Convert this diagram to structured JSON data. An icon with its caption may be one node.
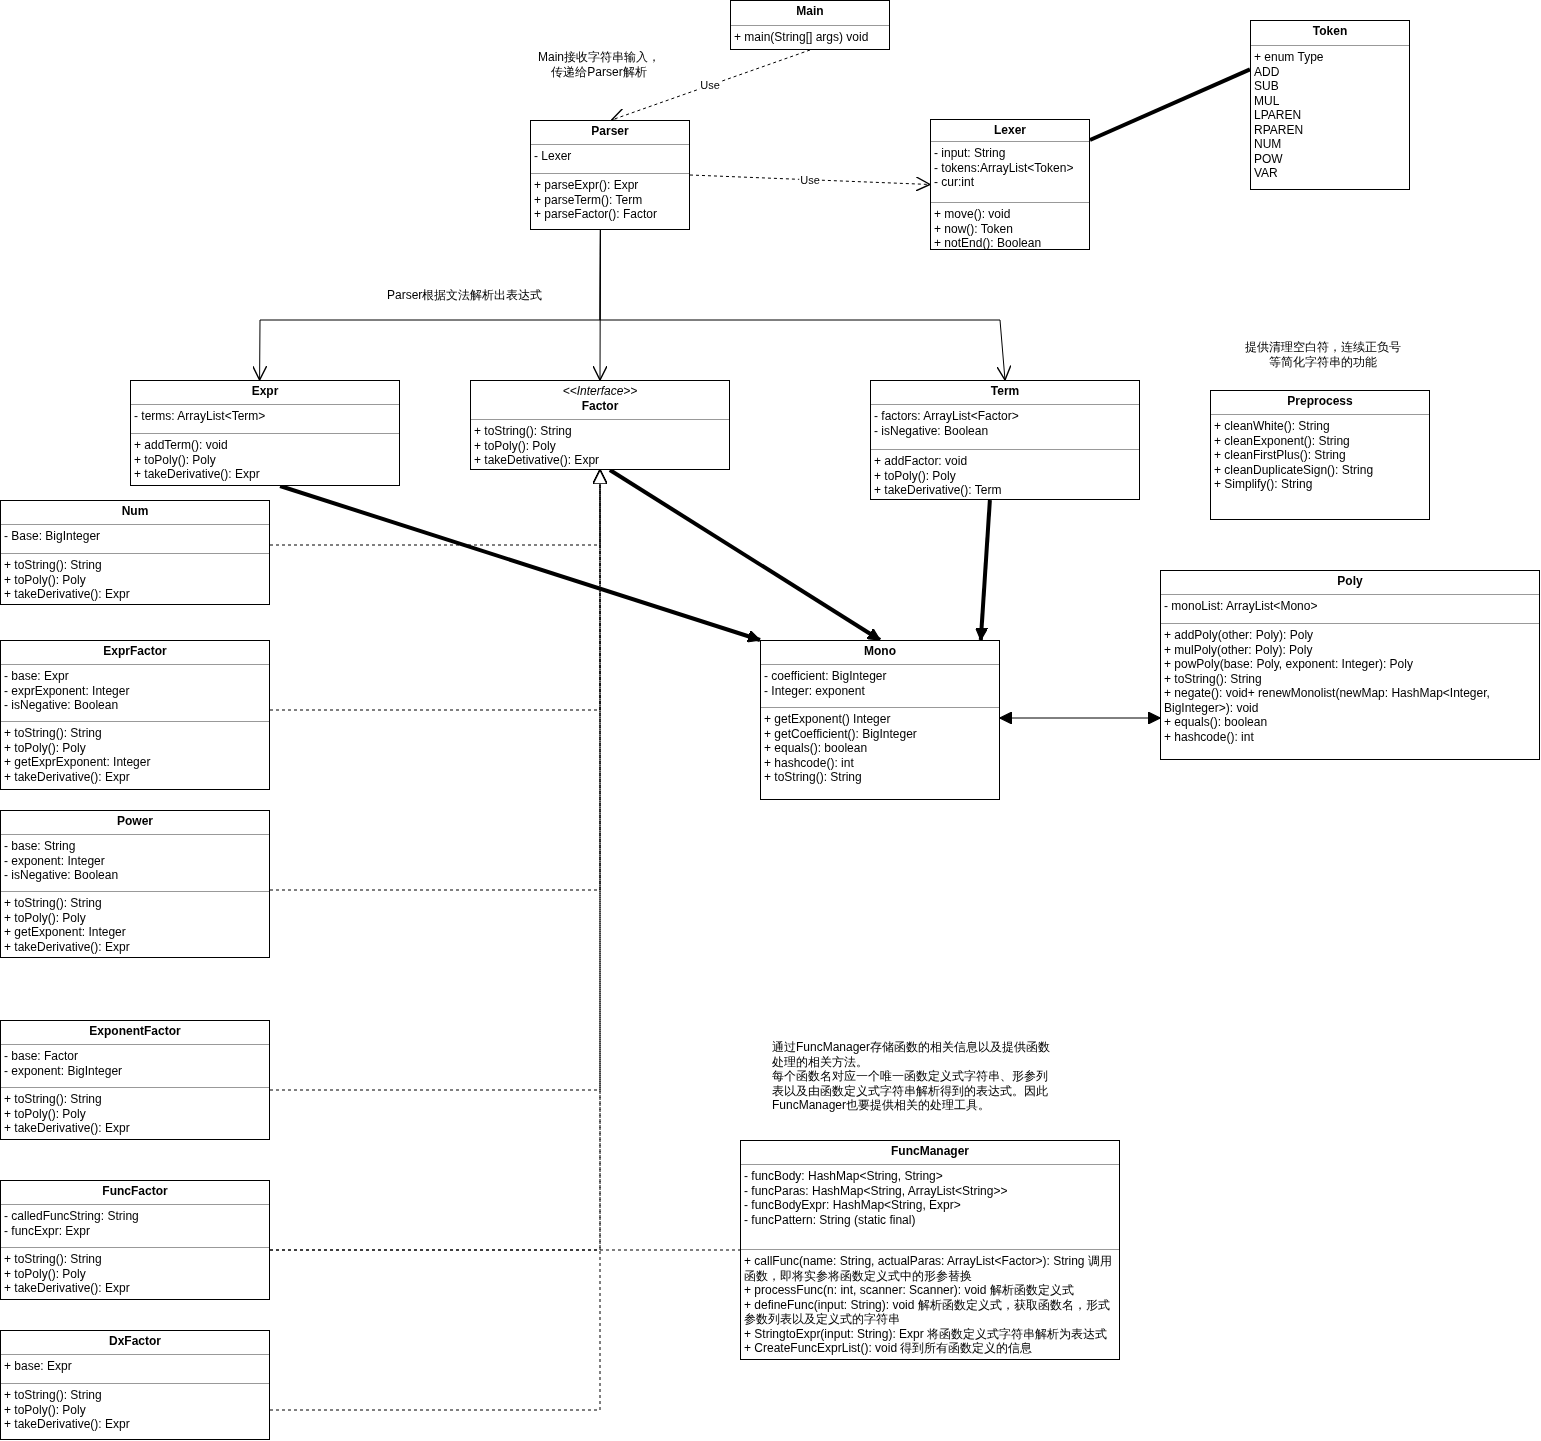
{
  "diagram": {
    "nodes": [
      {
        "text": [
          "Main",
          "+ main(String[] args) void"
        ]
      },
      {
        "text": [
          "Token",
          "+ enum Type",
          "ADD",
          "SUB",
          "MUL",
          "LPAREN",
          "RPAREN",
          "NUM",
          "POW",
          "VAR"
        ]
      },
      {
        "text": [
          "Parser",
          "- Lexer",
          "+ parseExpr(): Expr",
          "+ parseTerm(): Term",
          "+ parseFactor(): Factor"
        ]
      },
      {
        "text": [
          "Lexer",
          "- input: String",
          "- tokens:ArrayList<Token>",
          "- cur:int",
          "+ move(): void",
          "+ now(): Token",
          "+ notEnd(): Boolean"
        ]
      },
      {
        "text": [
          "Expr",
          "- terms: ArrayList<Term>",
          "+ addTerm(): void",
          "+ toPoly(): Poly",
          "+ takeDerivative(): Expr"
        ]
      },
      {
        "text": [
          "<<Interface>>",
          "Factor",
          "+ toString(): String",
          "+ toPoly(): Poly",
          "+ takeDetivative(): Expr"
        ]
      },
      {
        "text": [
          "Term",
          "- factors: ArrayList<Factor>",
          "- isNegative: Boolean",
          "+ addFactor: void",
          "+ toPoly(): Poly",
          "+ takeDerivative(): Term"
        ]
      },
      {
        "text": [
          "Preprocess",
          "+ cleanWhite(): String",
          "+ cleanExponent(): String",
          "+ cleanFirstPlus(): String",
          "+ cleanDuplicateSign(): String",
          "+ Simplify(): String"
        ]
      },
      {
        "text": [
          "Num",
          "- Base: BigInteger",
          "+ toString(): String",
          "+ toPoly(): Poly",
          "+ takeDerivative(): Expr"
        ]
      },
      {
        "text": [
          "Mono",
          "- coefficient: BigInteger",
          "- Integer: exponent",
          "+ getExponent() Integer",
          "+ getCoefficient(): BigInteger",
          "+ equals(): boolean",
          "+ hashcode(): int",
          "+ toString(): String"
        ]
      },
      {
        "text": [
          "Poly",
          "- monoList: ArrayList<Mono>",
          "+ addPoly(other: Poly): Poly",
          "+ mulPoly(other: Poly): Poly",
          "+ powPoly(base: Poly, exponent: Integer): Poly",
          "+ toString(): String",
          "+ negate(): void+ renewMonolist(newMap: HashMap<Integer, BigInteger>): void",
          "+ equals(): boolean",
          "+ hashcode(): int"
        ]
      },
      {
        "text": [
          "ExprFactor",
          "- base: Expr",
          "- exprExponent: Integer",
          "- isNegative: Boolean",
          "+ toString(): String",
          "+ toPoly(): Poly",
          "+ getExprExponent: Integer",
          "+ takeDerivative(): Expr"
        ]
      },
      {
        "text": [
          "Power",
          "- base: String",
          "- exponent: Integer",
          "- isNegative: Boolean",
          "+ toString(): String",
          "+ toPoly(): Poly",
          "+ getExponent: Integer",
          "+ takeDerivative(): Expr"
        ]
      },
      {
        "text": [
          "ExponentFactor",
          "- base: Factor",
          "- exponent: BigInteger",
          "+ toString(): String",
          "+ toPoly(): Poly",
          "+ takeDerivative(): Expr"
        ]
      },
      {
        "text": [
          "FuncFactor",
          "- calledFuncString: String",
          "- funcExpr: Expr",
          "+ toString(): String",
          "+ toPoly(): Poly",
          "+ takeDerivative(): Expr"
        ]
      },
      {
        "text": [
          "DxFactor",
          "+ base: Expr",
          "+ toString(): String",
          "+ toPoly(): Poly",
          "+ takeDerivative(): Expr"
        ]
      },
      {
        "text": [
          "FuncManager",
          "- funcBody: HashMap<String, String>",
          "- funcParas: HashMap<String, ArrayList<String>>",
          "- funcBodyExpr: HashMap<String, Expr>",
          "- funcPattern: String (static final)",
          "+ callFunc(name: String, actualParas: ArrayList<Factor>): String 调用函数，即将实参将函数定义式中的形参替换",
          "+ processFunc(n: int, scanner: Scanner): void 解析函数定义式",
          "+ defineFunc(input: String): void 解析函数定义式，获取函数名，形式参数列表以及定义式的字符串",
          "+ StringtoExpr(input: String): Expr 将函数定义式字符串解析为表达式",
          "+ CreateFuncExprList(): void 得到所有函数定义的信息"
        ]
      }
    ],
    "edges": [
      {
        "from": 0,
        "to": 2,
        "arrow": "to",
        "label": "Use",
        "style": "dashed"
      },
      {
        "from": 2,
        "to": 3,
        "arrow": "to",
        "label": "Use",
        "style": "dashed"
      },
      {
        "from": 3,
        "to": 1,
        "arrow": "none",
        "style": "thick"
      },
      {
        "from": 2,
        "to": 4,
        "arrow": "to"
      },
      {
        "from": 2,
        "to": 5,
        "arrow": "to"
      },
      {
        "from": 2,
        "to": 6,
        "arrow": "to"
      },
      {
        "from": 4,
        "to": 9,
        "arrow": "to",
        "style": "thick"
      },
      {
        "from": 5,
        "to": 9,
        "arrow": "to",
        "style": "thick"
      },
      {
        "from": 6,
        "to": 9,
        "arrow": "to",
        "style": "thick"
      },
      {
        "from": 9,
        "to": 10,
        "arrow": "both"
      },
      {
        "from": 8,
        "to": 5,
        "arrow": "to",
        "style": "dashed"
      },
      {
        "from": 11,
        "to": 5,
        "arrow": "to",
        "style": "dashed"
      },
      {
        "from": 12,
        "to": 5,
        "arrow": "to",
        "style": "dashed"
      },
      {
        "from": 13,
        "to": 5,
        "arrow": "to",
        "style": "dashed"
      },
      {
        "from": 14,
        "to": 5,
        "arrow": "to",
        "style": "dashed"
      },
      {
        "from": 15,
        "to": 5,
        "arrow": "to",
        "style": "dashed"
      },
      {
        "from": 14,
        "to": 16,
        "arrow": "none",
        "style": "dashed"
      }
    ],
    "labels": [
      "Main接收字符串输入，传递给Parser解析",
      "Parser根据文法解析出表达式",
      "提供清理空白符，连续正负号等简化字符串的功能",
      "通过FuncManager存储函数的相关信息以及提供函数处理的相关方法。",
      "每个函数名对应一个唯一函数定义式字符串、形参列表以及由函数定义式字符串解析得到的表达式。因此FuncManager也要提供相关的处理工具。"
    ]
  }
}
